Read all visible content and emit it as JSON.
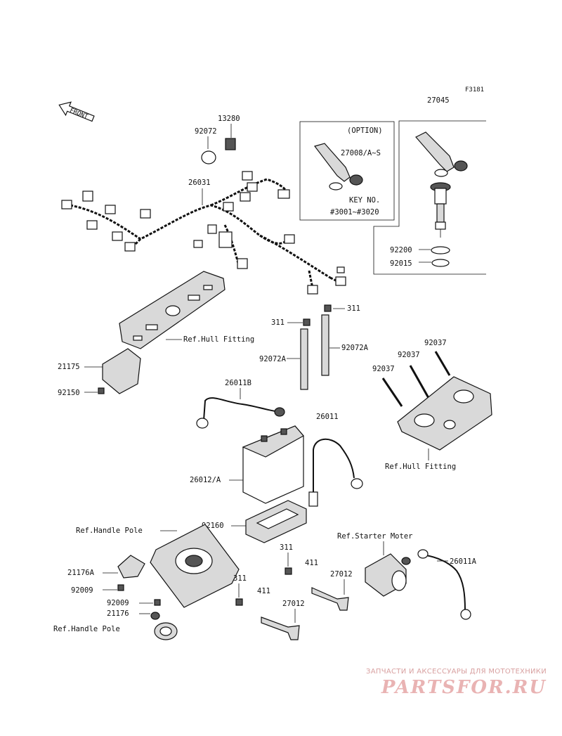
{
  "figure_code": "F3181",
  "front_arrow_label": "FRONT",
  "option_box": {
    "title": "(OPTION)",
    "part": "27008/A~S",
    "key_label": "KEY NO.",
    "key_range": "#3001~#3020"
  },
  "labels": {
    "p27045": "27045",
    "p13280": "13280",
    "p92072": "92072",
    "p26031": "26031",
    "p92200": "92200",
    "p92015": "92015",
    "p311a": "311",
    "p311b": "311",
    "p92072A_l": "92072A",
    "p92072A_r": "92072A",
    "ref_hull_1": "Ref.Hull Fitting",
    "p21175": "21175",
    "p92150": "92150",
    "p26011B": "26011B",
    "p92037a": "92037",
    "p92037b": "92037",
    "p92037c": "92037",
    "p26011": "26011",
    "ref_hull_2": "Ref.Hull Fitting",
    "p26012A": "26012/A",
    "p92160": "92160",
    "ref_handle_1": "Ref.Handle Pole",
    "ref_starter": "Ref.Starter Moter",
    "p311c": "311",
    "p411a": "411",
    "p21176A": "21176A",
    "p27012a": "27012",
    "p26011A": "26011A",
    "p92009a": "92009",
    "p311d": "311",
    "p411b": "411",
    "p92009b": "92009",
    "p27012b": "27012",
    "p21176": "21176",
    "ref_handle_2": "Ref.Handle Pole"
  },
  "watermark": {
    "caption": "ЗАПЧАСТИ И АКСЕССУАРЫ ДЛЯ МОТОТЕХНИКИ",
    "logo": "PARTSFOR.RU"
  }
}
